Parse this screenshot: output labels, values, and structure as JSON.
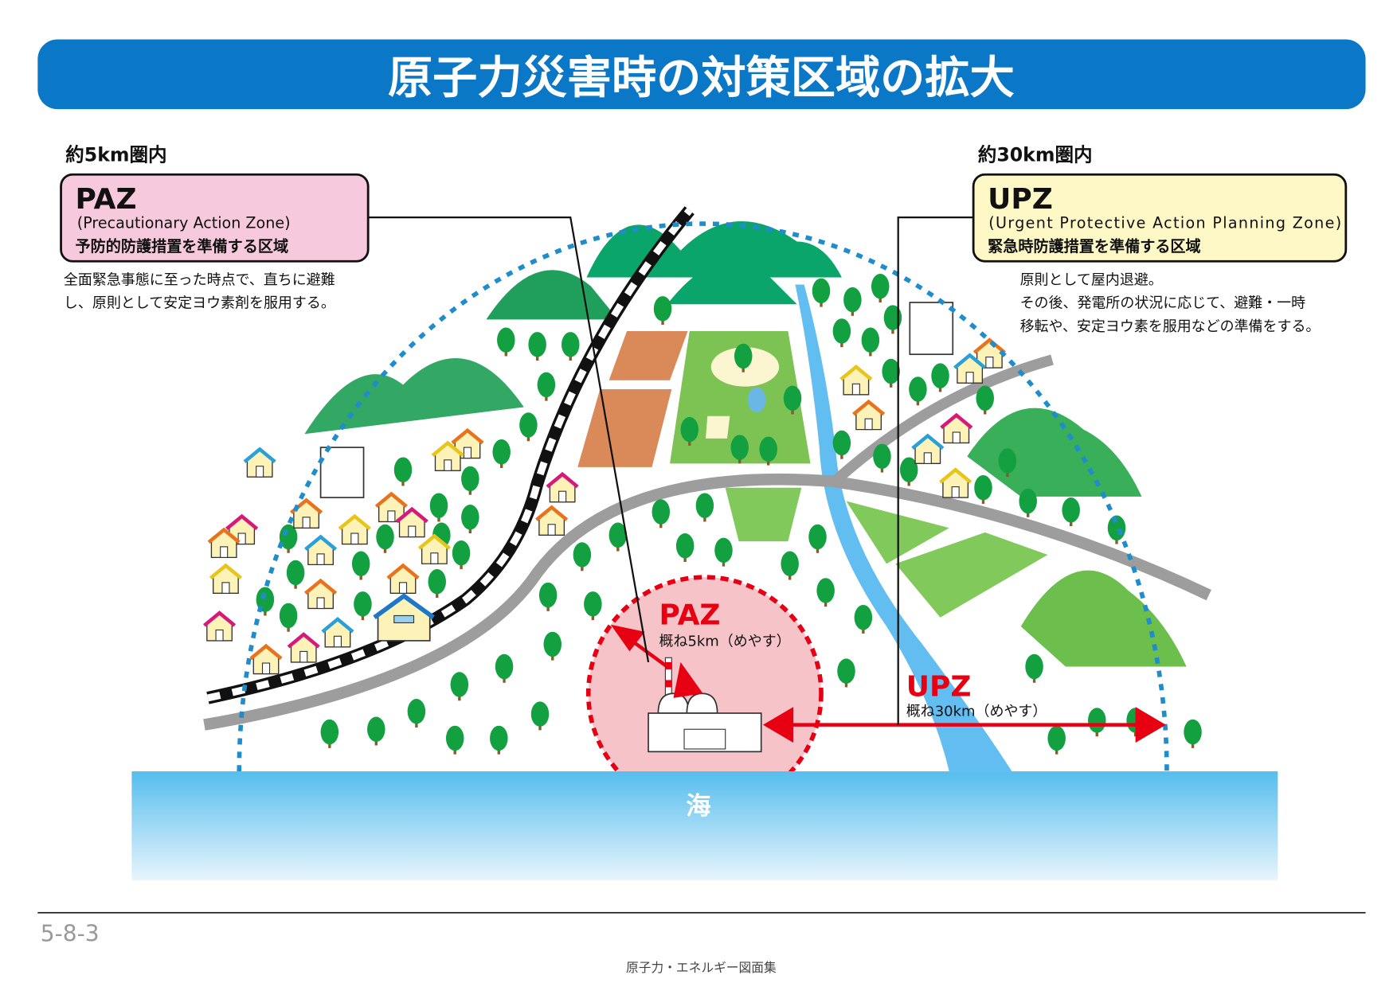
{
  "title": "原子力災害時の対策区域の拡大",
  "paz": {
    "range": "約5km圏内",
    "abbr": "PAZ",
    "full": "(Precautionary Action Zone)",
    "jp": "予防的防護措置を準備する区域",
    "desc": [
      "全面緊急事態に至った時点で、直ちに避難",
      "し、原則として安定ヨウ素剤を服用する。"
    ],
    "map_label": "PAZ",
    "map_distance": "概ね5km（めやす）"
  },
  "upz": {
    "range": "約30km圏内",
    "abbr": "UPZ",
    "full": "(Urgent Protective Action Planning Zone)",
    "jp": "緊急時防護措置を準備する区域",
    "desc": [
      "原則として屋内退避。",
      "その後、発電所の状況に応じて、避難・一時",
      "移転や、安定ヨウ素を服用などの準備をする。"
    ],
    "map_label": "UPZ",
    "map_distance": "概ね30km（めやす）"
  },
  "sea_label": "海",
  "footer": {
    "page": "5-8-3",
    "book": "原子力・エネルギー図面集"
  },
  "colors": {
    "header": "#0a78c6",
    "paz_box": "#f7c9dc",
    "upz_box": "#fdf8c6",
    "red": "#e60012",
    "zone_dots": "#1f8ccc"
  }
}
